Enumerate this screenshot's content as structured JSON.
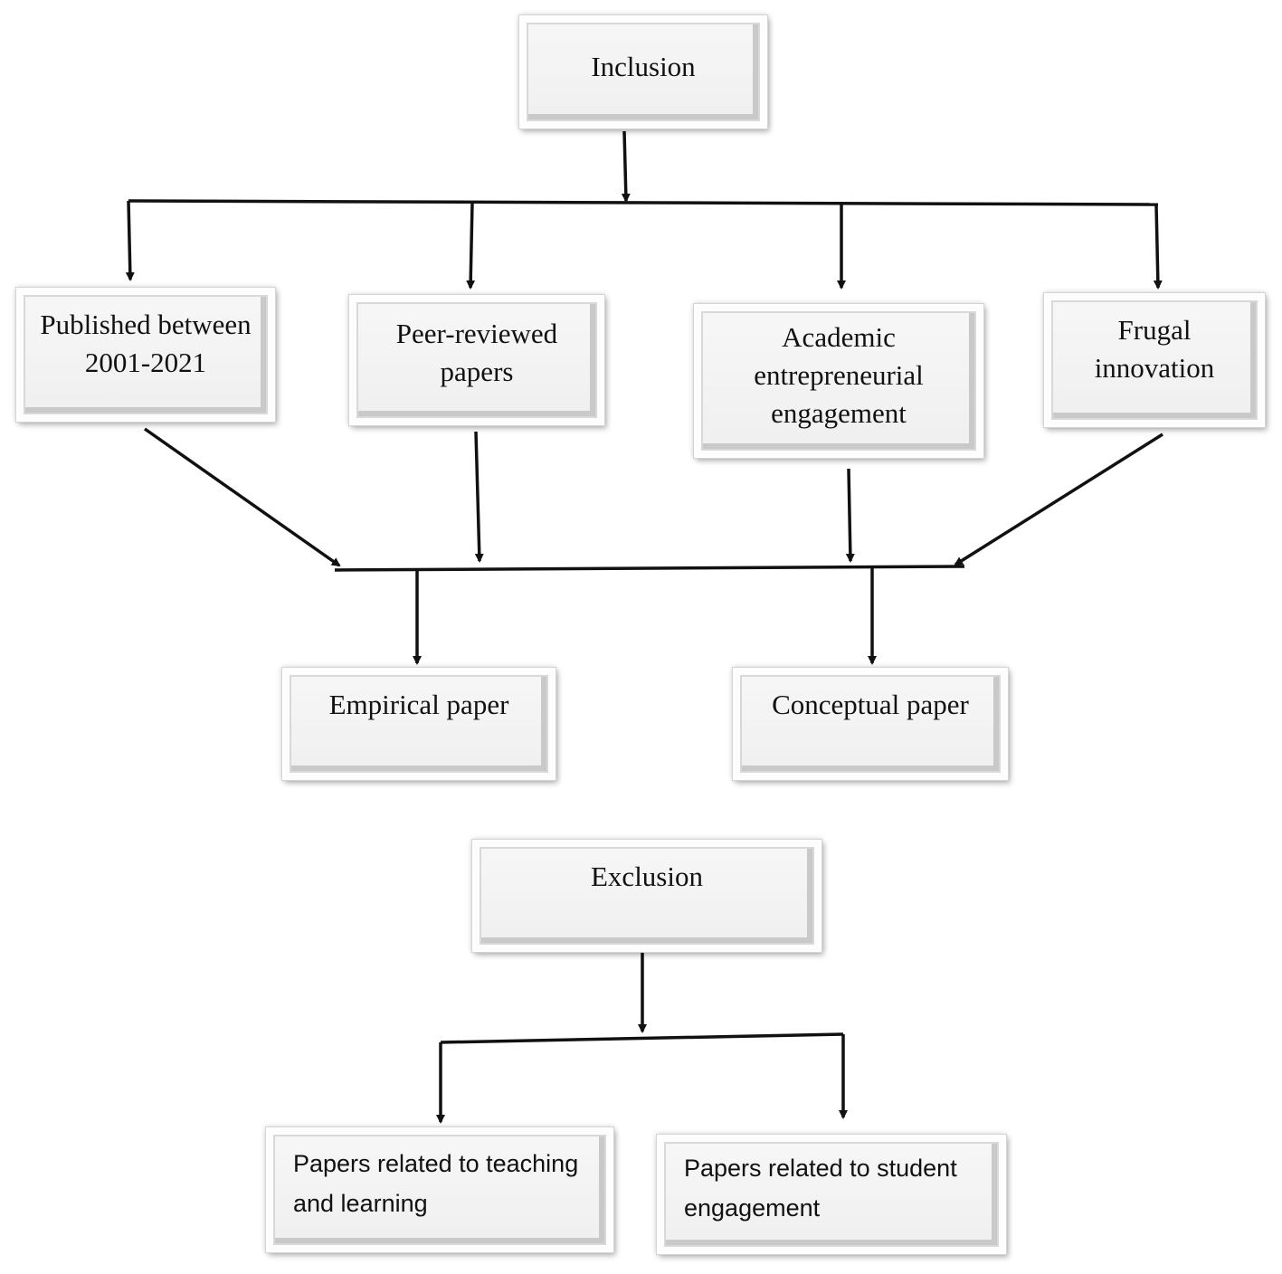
{
  "inclusion": {
    "title": "Inclusion",
    "criteria": [
      "Published between 2001-2021",
      "Peer-reviewed papers",
      "Academic entrepreneurial engagement",
      "Frugal innovation"
    ],
    "outcomes": [
      "Empirical paper",
      "Conceptual paper"
    ]
  },
  "exclusion": {
    "title": "Exclusion",
    "criteria": [
      "Papers related to teaching and learning",
      "Papers related to student engagement"
    ]
  }
}
